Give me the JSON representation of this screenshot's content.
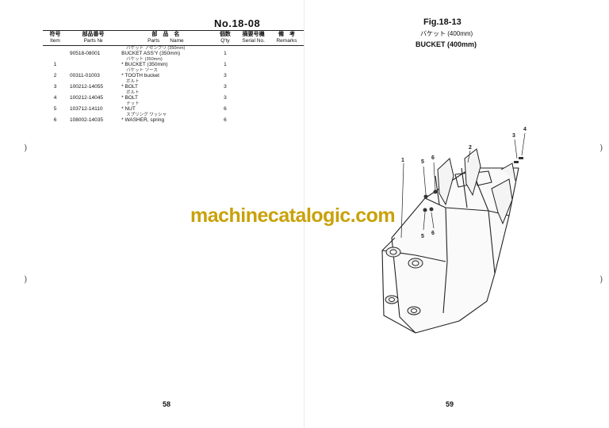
{
  "left_page": {
    "doc_number": "No.18-08",
    "page_number": "58",
    "headers": {
      "item_jp": "符号",
      "item_en": "Item",
      "partsno_jp": "部品番号",
      "partsno_en": "Parts №",
      "name_jp": "部　品　名",
      "name_en": "Parts　　Name",
      "qty_jp": "個数",
      "qty_en": "Q'ty",
      "serial_jp": "摘要号機",
      "serial_en": "Serial No.",
      "remarks_jp": "備　考",
      "remarks_en": "Remarks"
    },
    "rows": [
      {
        "item": "",
        "parts_no": "90518-08001",
        "kana": "バケット アセンブリ (350mm)",
        "name": "BUCKET ASS'Y (350mm)",
        "qty": "1"
      },
      {
        "item": "1",
        "parts_no": "",
        "kana": "バケット (350mm)",
        "name": "* BUCKET (350mm)",
        "qty": "1"
      },
      {
        "item": "2",
        "parts_no": "00311-01003",
        "kana": "バケット ツース",
        "name": "* TOOTH  bucket",
        "qty": "3"
      },
      {
        "item": "3",
        "parts_no": "100212-14055",
        "kana": "ボルト",
        "name": "* BOLT",
        "qty": "3"
      },
      {
        "item": "4",
        "parts_no": "100212-14045",
        "kana": "ボルト",
        "name": "* BOLT",
        "qty": "3"
      },
      {
        "item": "5",
        "parts_no": "103712-14110",
        "kana": "ナット",
        "name": "* NUT",
        "qty": "6"
      },
      {
        "item": "6",
        "parts_no": "108002-14035",
        "kana": "スプリング ワッシャ",
        "name": "* WASHER, spring",
        "qty": "6"
      }
    ]
  },
  "right_page": {
    "fig_number": "Fig.18-13",
    "fig_title_jp": "バケット (400mm)",
    "fig_title_en": "BUCKET (400mm)",
    "page_number": "59",
    "callouts": [
      "1",
      "2",
      "3",
      "4",
      "5",
      "6",
      "5",
      "6"
    ]
  },
  "watermark": "machinecatalogic.com",
  "margin_marks": [
    ")",
    ")",
    ")",
    ")"
  ]
}
